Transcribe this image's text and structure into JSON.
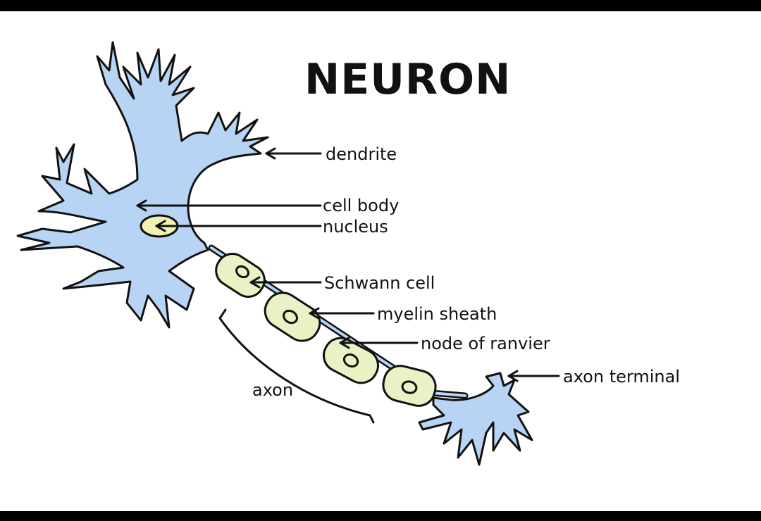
{
  "title": "NEURON",
  "labels": {
    "dendrite": "dendrite",
    "cell_body": "cell body",
    "nucleus": "nucleus",
    "schwann_cell": "Schwann cell",
    "myelin_sheath": "myelin sheath",
    "node_of_ranvier": "node of ranvier",
    "axon_terminal": "axon terminal",
    "axon": "axon"
  },
  "colors": {
    "neuron_fill": "#b8d4f5",
    "sheath_fill": "#e9f2c4",
    "nucleus_fill": "#f1f0b5",
    "outline": "#111111"
  }
}
